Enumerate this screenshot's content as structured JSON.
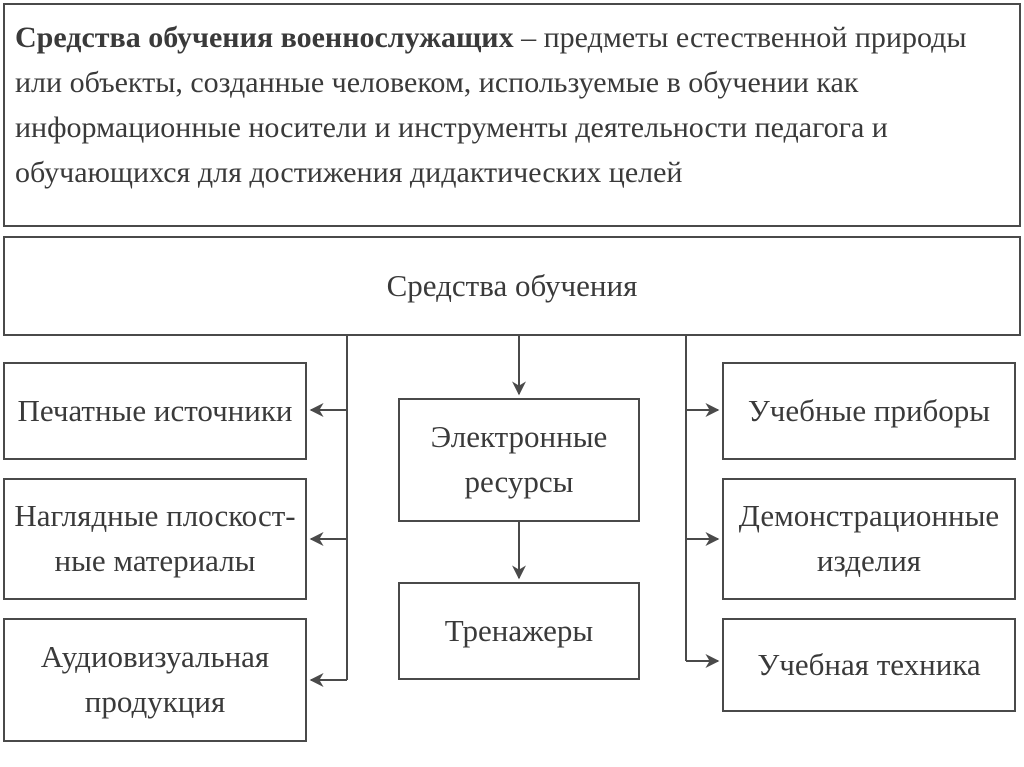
{
  "definition": {
    "term": "Средства обучения военнослужащих",
    "text": " – предметы естественной природы или объекты, созданные человеком, используемые в обучении как информационные носители и инструменты деятельности педагога и обучающихся для достижения дидактических целей"
  },
  "root": {
    "label": "Средства обучения"
  },
  "left_column": [
    {
      "label": "Печатные источники"
    },
    {
      "label": "Наглядные плоскост-ные материалы"
    },
    {
      "label": "Аудиовизуальная продукция"
    }
  ],
  "center_column": [
    {
      "label": "Электронные ресурсы"
    },
    {
      "label": "Тренажеры"
    }
  ],
  "right_column": [
    {
      "label": "Учебные приборы"
    },
    {
      "label": "Демонстрационные изделия"
    },
    {
      "label": "Учебная техника"
    }
  ],
  "colors": {
    "line": "#4a4a4a",
    "text": "#3a3a3a",
    "background": "#ffffff"
  }
}
